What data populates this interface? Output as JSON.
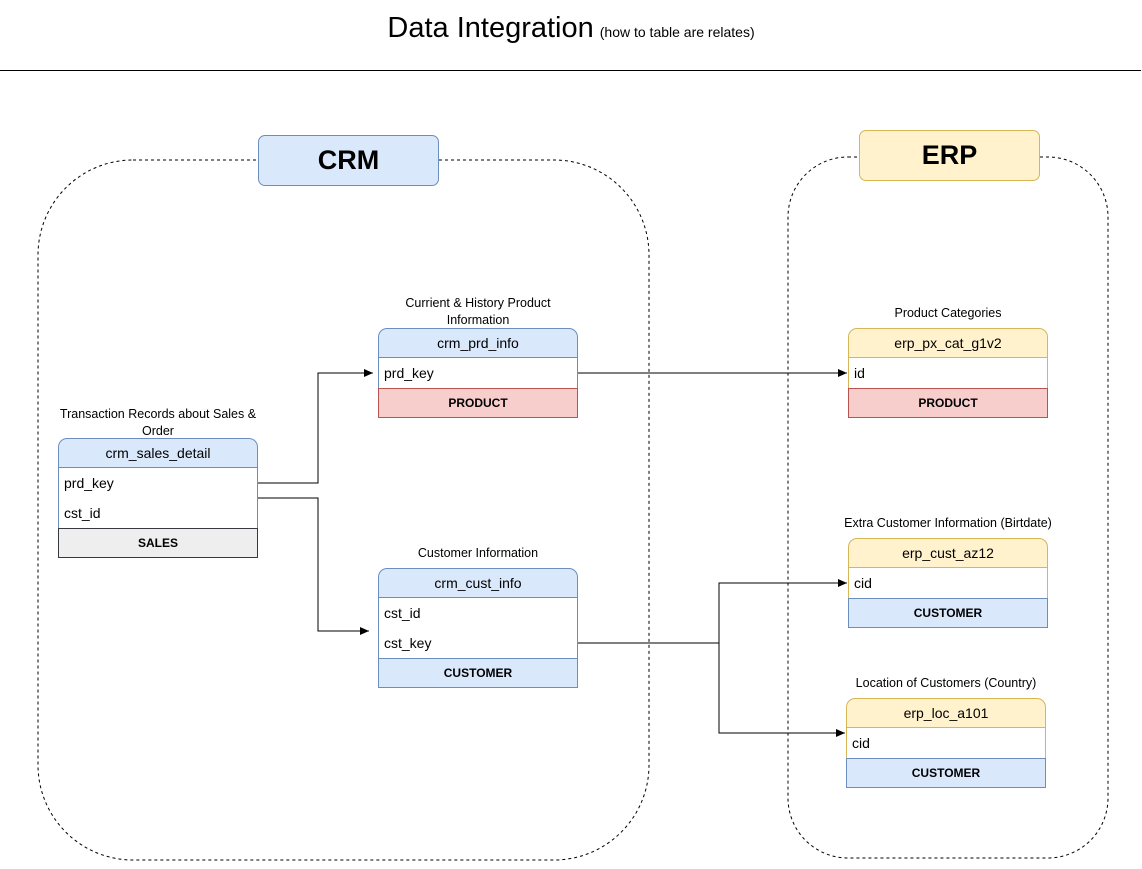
{
  "header": {
    "title": "Data Integration",
    "subtitle": "(how to table are relates)"
  },
  "groups": {
    "crm": {
      "label": "CRM"
    },
    "erp": {
      "label": "ERP"
    }
  },
  "tables": {
    "sales": {
      "caption": "Transaction Records about Sales & Order",
      "name": "crm_sales_detail",
      "fields": [
        "prd_key",
        "cst_id"
      ],
      "footer": "SALES"
    },
    "prd": {
      "caption": "Currient & History Product Information",
      "name": "crm_prd_info",
      "fields": [
        "prd_key"
      ],
      "footer": "PRODUCT"
    },
    "cust": {
      "caption": "Customer Information",
      "name": "crm_cust_info",
      "fields": [
        "cst_id",
        "cst_key"
      ],
      "footer": "CUSTOMER"
    },
    "pxcat": {
      "caption": "Product Categories",
      "name": "erp_px_cat_g1v2",
      "fields": [
        "id"
      ],
      "footer": "PRODUCT"
    },
    "custaz": {
      "caption": "Extra Customer Information (Birtdate)",
      "name": "erp_cust_az12",
      "fields": [
        "cid"
      ],
      "footer": "CUSTOMER"
    },
    "loc": {
      "caption": "Location of Customers (Country)",
      "name": "erp_loc_a101",
      "fields": [
        "cid"
      ],
      "footer": "CUSTOMER"
    }
  },
  "colors": {
    "crm_fill": "#dae8fc",
    "crm_stroke": "#6c8ebf",
    "erp_fill": "#fff2cc",
    "erp_stroke": "#d6b656",
    "product_fill": "#f8cecc",
    "sales_fill": "#eeeeee"
  }
}
